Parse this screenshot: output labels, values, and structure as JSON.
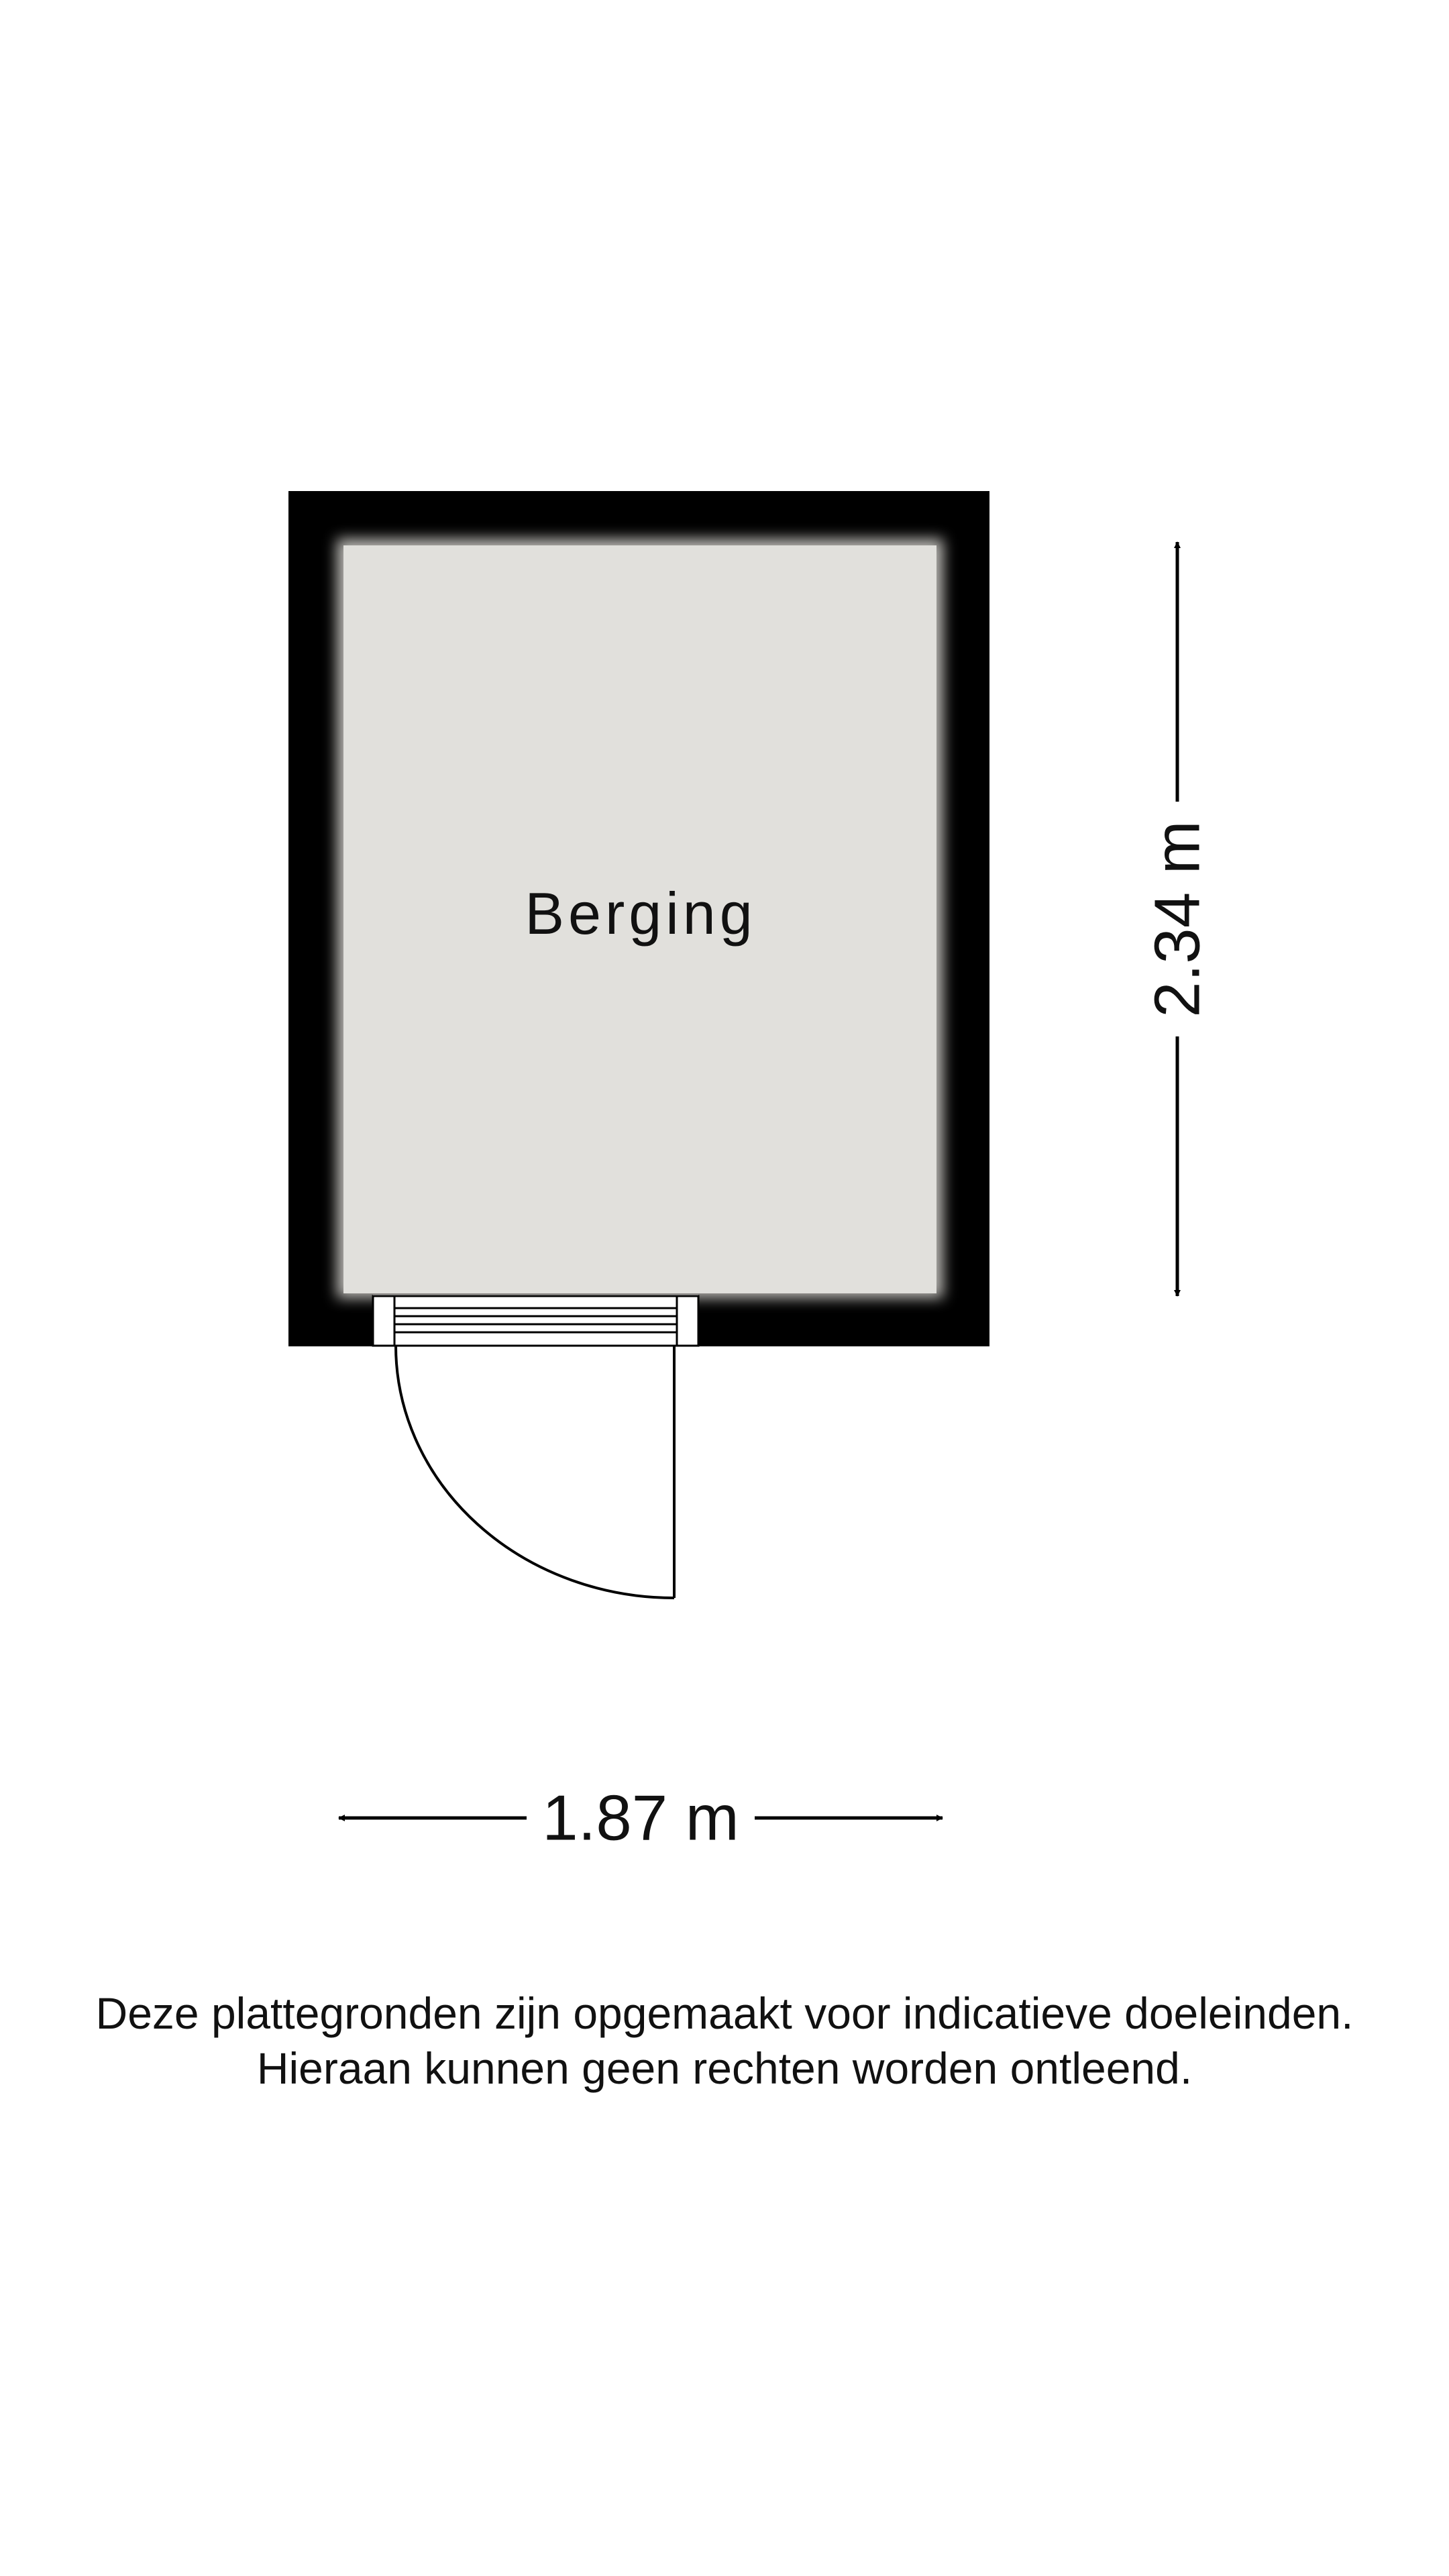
{
  "floorplan": {
    "room": {
      "label": "Berging"
    },
    "dimensions": {
      "width": "1.87 m",
      "height": "2.34 m"
    },
    "colors": {
      "wall": "#000000",
      "floor": "#e1e0dc",
      "background": "#ffffff",
      "line": "#000000"
    }
  },
  "disclaimer": {
    "line1": "Deze plattegronden zijn opgemaakt voor indicatieve doeleinden.",
    "line2": "Hieraan kunnen geen rechten worden ontleend."
  }
}
